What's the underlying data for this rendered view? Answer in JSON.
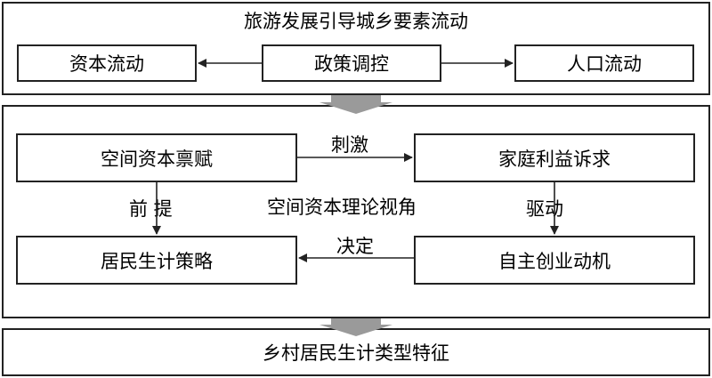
{
  "top_section": {
    "title": "旅游发展引导城乡要素流动",
    "left_box": "资本流动",
    "center_box": "政策调控",
    "right_box": "人口流动"
  },
  "middle_section": {
    "top_left_box": "空间资本禀赋",
    "top_right_box": "家庭利益诉求",
    "bottom_left_box": "居民生计策略",
    "bottom_right_box": "自主创业动机",
    "center_label": "空间资本理论视角",
    "arrow_top_label": "刺激",
    "arrow_left_label": "前 提",
    "arrow_right_label": "驱动",
    "arrow_bottom_label": "决定"
  },
  "bottom_section": {
    "title": "乡村居民生计类型特征"
  }
}
